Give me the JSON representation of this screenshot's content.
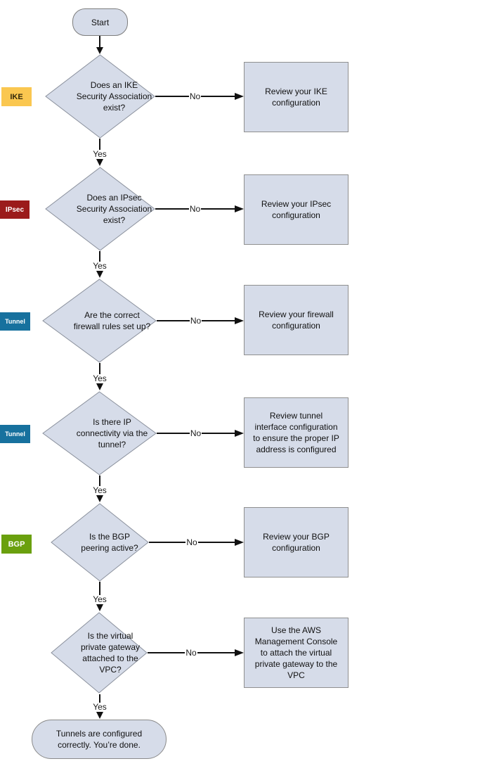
{
  "diagram": {
    "start_label": "Start",
    "end_label": "Tunnels are configured\ncorrectly. You’re done.",
    "yes_label": "Yes",
    "no_label": "No",
    "rows": [
      {
        "badge": "IKE",
        "question": "Does an IKE\nSecurity Association\nexist?",
        "action": "Review your IKE\nconfiguration"
      },
      {
        "badge": "IPsec",
        "question": "Does an IPsec\nSecurity Association\nexist?",
        "action": "Review your IPsec\nconfiguration"
      },
      {
        "badge": "Tunnel",
        "question": "Are the correct\nfirewall rules set up?",
        "action": "Review your firewall\nconfiguration"
      },
      {
        "badge": "Tunnel",
        "question": "Is there IP\nconnectivity via the\ntunnel?",
        "action": "Review tunnel\ninterface configuration\nto ensure the proper IP\naddress is configured"
      },
      {
        "badge": "BGP",
        "question": "Is the BGP\npeering active?",
        "action": "Review your BGP\nconfiguration"
      },
      {
        "badge": "",
        "question": "Is the virtual\nprivate gateway\nattached to the\nVPC?",
        "action": "Use the AWS\nManagement Console\nto attach the virtual\nprivate gateway to the\nVPC"
      }
    ],
    "colors": {
      "node_fill": "#d6dce9",
      "node_border": "#8a909c",
      "arrow": "#111111",
      "badge_ike_bg": "#fac750",
      "badge_ike_text": "#33290a",
      "badge_ipsec_bg": "#9b1b1b",
      "badge_tunnel_bg": "#17719e",
      "badge_bgp_bg": "#6aa00e",
      "badge_light_text": "#ffffff"
    }
  }
}
